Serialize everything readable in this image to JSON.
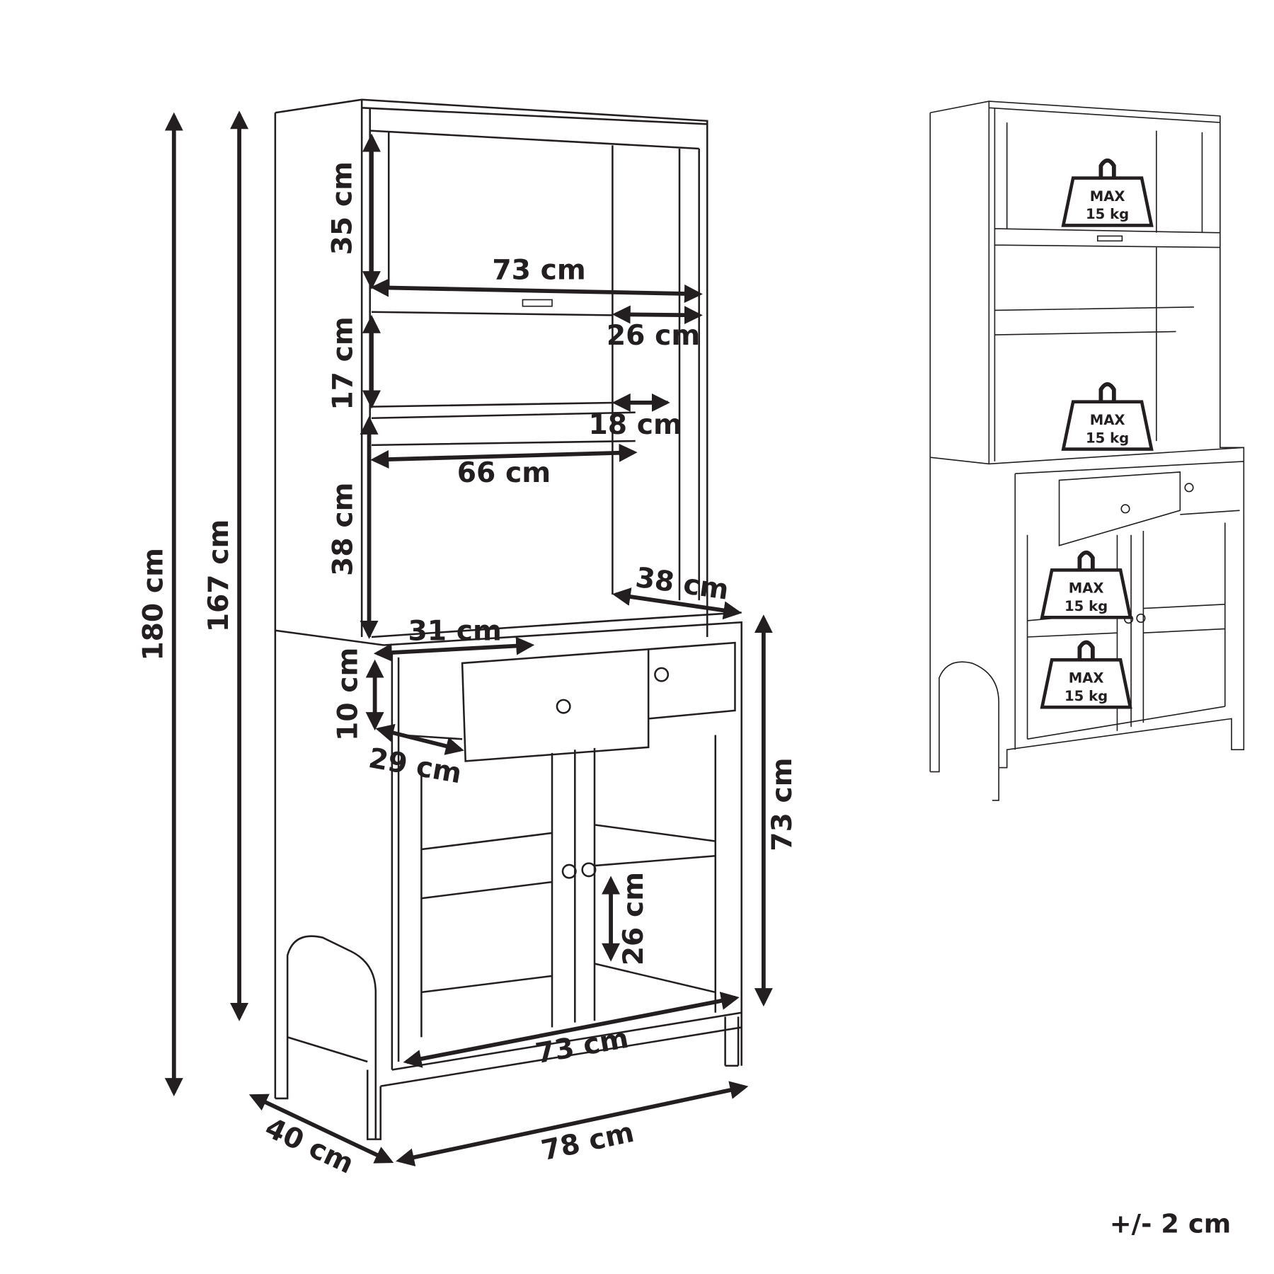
{
  "title": "Kitchen cabinet dimensions",
  "dimensions": {
    "total_height": "180 cm",
    "side_height": "167 cm",
    "top_shelf_height": "35 cm",
    "inner_width_top": "73 cm",
    "hutch_depth": "26 cm",
    "middle_shelf_height": "17 cm",
    "rail_depth": "18 cm",
    "rail_width": "66 cm",
    "lower_hutch_height": "38 cm",
    "counter_depth": "38 cm",
    "drawer_width": "31 cm",
    "drawer_height": "10 cm",
    "drawer_depth": "29 cm",
    "base_height": "73 cm",
    "cabinet_shelf_height": "26 cm",
    "cabinet_inner_width": "73 cm",
    "total_depth": "40 cm",
    "total_width": "78 cm"
  },
  "tolerance": "+/- 2 cm",
  "weights": [
    {
      "max": "MAX",
      "load": "15 kg"
    },
    {
      "max": "MAX",
      "load": "15 kg"
    },
    {
      "max": "MAX",
      "load": "15 kg"
    },
    {
      "max": "MAX",
      "load": "15 kg"
    }
  ]
}
